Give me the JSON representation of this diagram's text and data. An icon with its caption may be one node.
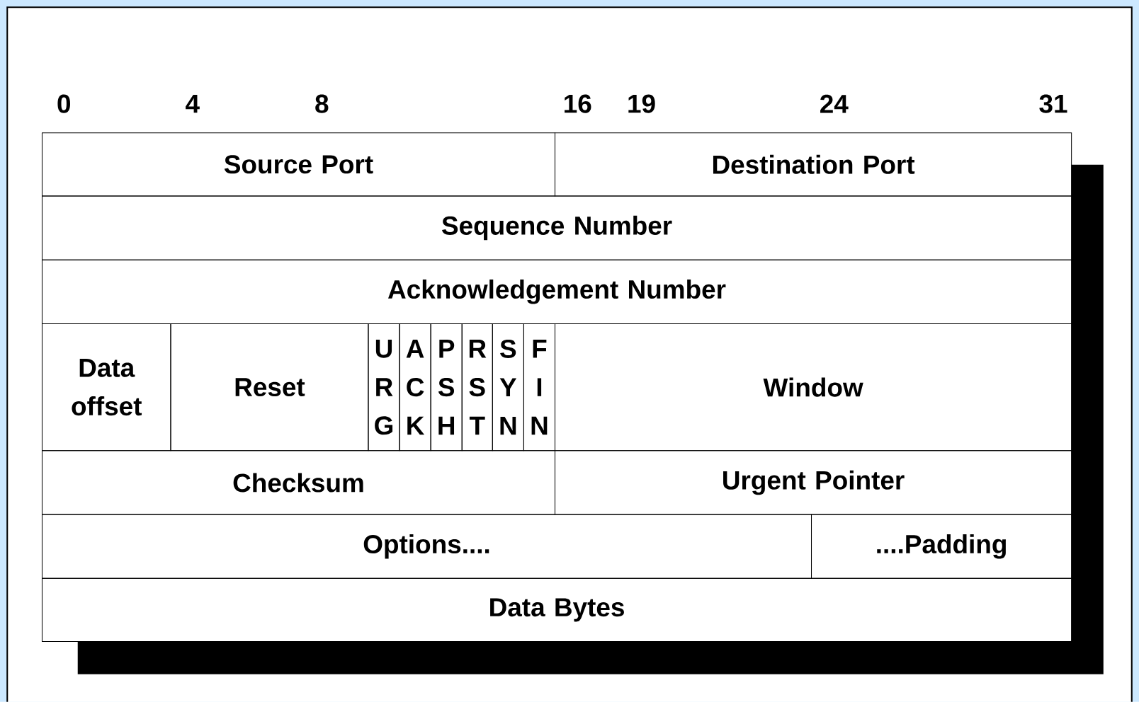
{
  "diagram": {
    "nodes": [
      {
        "text": [
          "Source Port"
        ]
      },
      {
        "text": [
          "Destination Port"
        ]
      },
      {
        "text": [
          "Sequence Number"
        ]
      },
      {
        "text": [
          "Acknowledgement Number"
        ]
      },
      {
        "text": [
          "Data offset"
        ]
      },
      {
        "text": [
          "Reset"
        ]
      },
      {
        "text": [
          "U R G"
        ]
      },
      {
        "text": [
          "A C K"
        ]
      },
      {
        "text": [
          "P S H"
        ]
      },
      {
        "text": [
          "R S T"
        ]
      },
      {
        "text": [
          "S Y N"
        ]
      },
      {
        "text": [
          "F I N"
        ]
      },
      {
        "text": [
          "Window"
        ]
      },
      {
        "text": [
          "Checksum"
        ]
      },
      {
        "text": [
          "Urgent Pointer"
        ]
      },
      {
        "text": [
          "Options...."
        ]
      },
      {
        "text": [
          "....Padding"
        ]
      },
      {
        "text": [
          "Data Bytes"
        ]
      }
    ],
    "labels": [
      "0",
      "4",
      "8",
      "16",
      "19",
      "24",
      "31"
    ]
  }
}
